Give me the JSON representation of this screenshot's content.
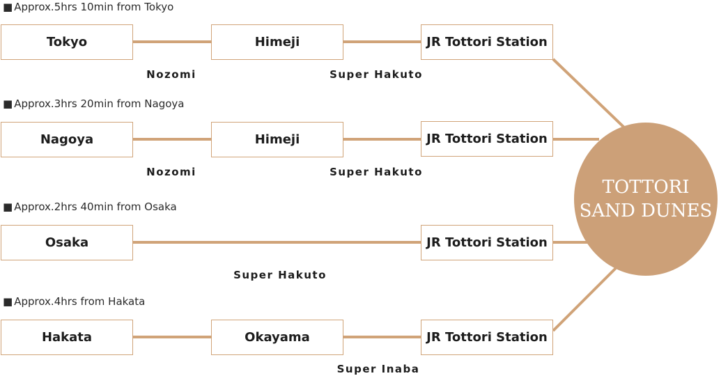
{
  "colors": {
    "accent": "#cca078",
    "line": "#d0a378",
    "border": "#d0a378",
    "text": "#1c1c1c"
  },
  "destination": {
    "line1": "TOTTORI",
    "line2": "SAND DUNES"
  },
  "routes": [
    {
      "heading": "Approx.5hrs 10min from Tokyo",
      "origin": "Tokyo",
      "transfer": "Himeji",
      "destination": "JR Tottori Station",
      "train1": "Nozomi",
      "train2": "Super Hakuto"
    },
    {
      "heading": "Approx.3hrs 20min from Nagoya",
      "origin": "Nagoya",
      "transfer": "Himeji",
      "destination": "JR Tottori Station",
      "train1": "Nozomi",
      "train2": "Super Hakuto"
    },
    {
      "heading": "Approx.2hrs 40min from Osaka",
      "origin": "Osaka",
      "destination": "JR Tottori Station",
      "train1": "Super Hakuto"
    },
    {
      "heading": "Approx.4hrs from Hakata",
      "origin": "Hakata",
      "transfer": "Okayama",
      "destination": "JR Tottori Station",
      "train2": "Super Inaba"
    }
  ]
}
